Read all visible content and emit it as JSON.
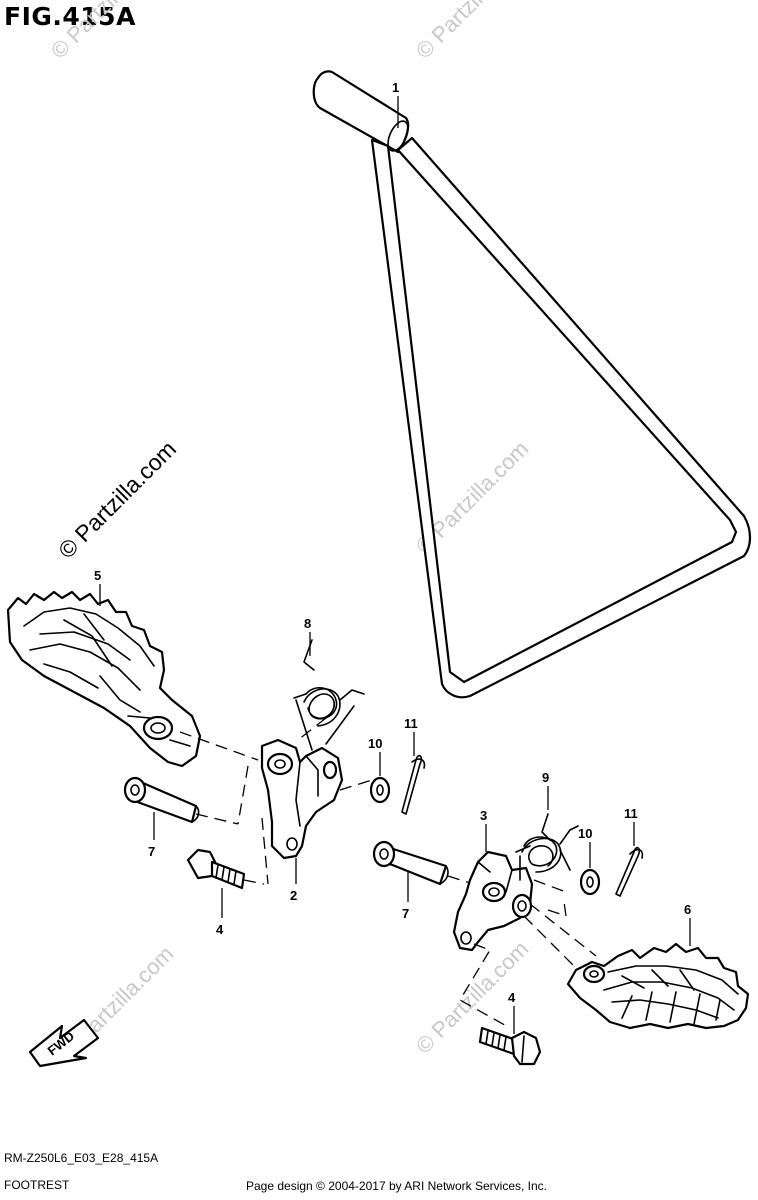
{
  "figure": {
    "title": "FIG.415A",
    "model_code": "RM-Z250L6_E03_E28_415A",
    "section_name": "FOOTREST",
    "copyright": "Page design © 2004-2017 by ARI Network Services, Inc."
  },
  "watermark": {
    "text": "© Partzilla.com"
  },
  "fwd_arrow": {
    "label": "FWD"
  },
  "callouts": [
    {
      "number": "1",
      "part": "stand"
    },
    {
      "number": "2",
      "part": "footrest-bracket-left"
    },
    {
      "number": "3",
      "part": "footrest-bracket-right"
    },
    {
      "number": "4",
      "part": "bolt-left"
    },
    {
      "number": "4",
      "part": "bolt-right"
    },
    {
      "number": "5",
      "part": "footrest-left"
    },
    {
      "number": "6",
      "part": "footrest-right"
    },
    {
      "number": "7",
      "part": "pin-left"
    },
    {
      "number": "7",
      "part": "pin-right"
    },
    {
      "number": "8",
      "part": "spring-left"
    },
    {
      "number": "9",
      "part": "spring-right"
    },
    {
      "number": "10",
      "part": "washer-left"
    },
    {
      "number": "10",
      "part": "washer-right"
    },
    {
      "number": "11",
      "part": "cotter-pin-left"
    },
    {
      "number": "11",
      "part": "cotter-pin-right"
    }
  ]
}
